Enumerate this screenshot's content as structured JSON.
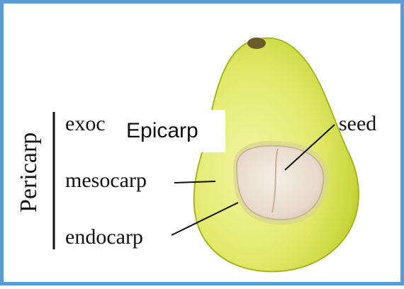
{
  "labels": {
    "pericarp": "Pericarp",
    "exocarp": "exoc",
    "mesocarp": "mesocarp",
    "endocarp": "endocarp",
    "seed": "seed",
    "overlay": "Epicarp"
  },
  "colors": {
    "frame_border": "#5b9bd5",
    "fruit_flesh": "#e2e96a",
    "fruit_skin": "#b8c92a",
    "seed": "#eaded3",
    "stem": "#6b5a2a"
  },
  "icons": {
    "fruit": "avocado-cross-section"
  }
}
